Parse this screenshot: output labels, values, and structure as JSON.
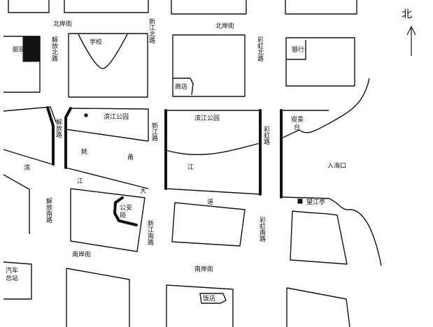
{
  "labels": {
    "north_arrow": "北",
    "beian_jie_left": "北岸街",
    "beian_jie_right": "北岸街",
    "xinjiang_beilu": "新江北路",
    "caihong_beilu": "彩虹北路",
    "jiefang_beilu": "解放北路",
    "jiefang_lu": "解放路",
    "jiefang_nanlu": "解放南路",
    "xinjiang_lu": "新江路",
    "xinjiang_nanlu": "新江南路",
    "caihong_lu": "彩虹路",
    "caihong_nanlu": "彩虹南路",
    "nanan_jie_left": "南岸街",
    "nanan_jie_right": "南岸街",
    "youju": "邮局",
    "xuexiao": "学校",
    "shangdian": "商店",
    "yinhang": "银行",
    "binjiang_gongyuan_left": "滨江公园",
    "binjiang_gongyuan_right": "滨江公园",
    "guanjing_tai": "观景台",
    "ruhaikou": "入海口",
    "wangjiang_ting": "望江亭",
    "gongan_ju": "公安局",
    "qiche_zongzhan": "汽车总站",
    "fandian": "饭店",
    "road_bin": "滨",
    "road_jiang": "江",
    "road_da": "大",
    "road_dao": "道",
    "river_tao": "姚",
    "river_yong": "甬",
    "river_jiang": "江"
  }
}
